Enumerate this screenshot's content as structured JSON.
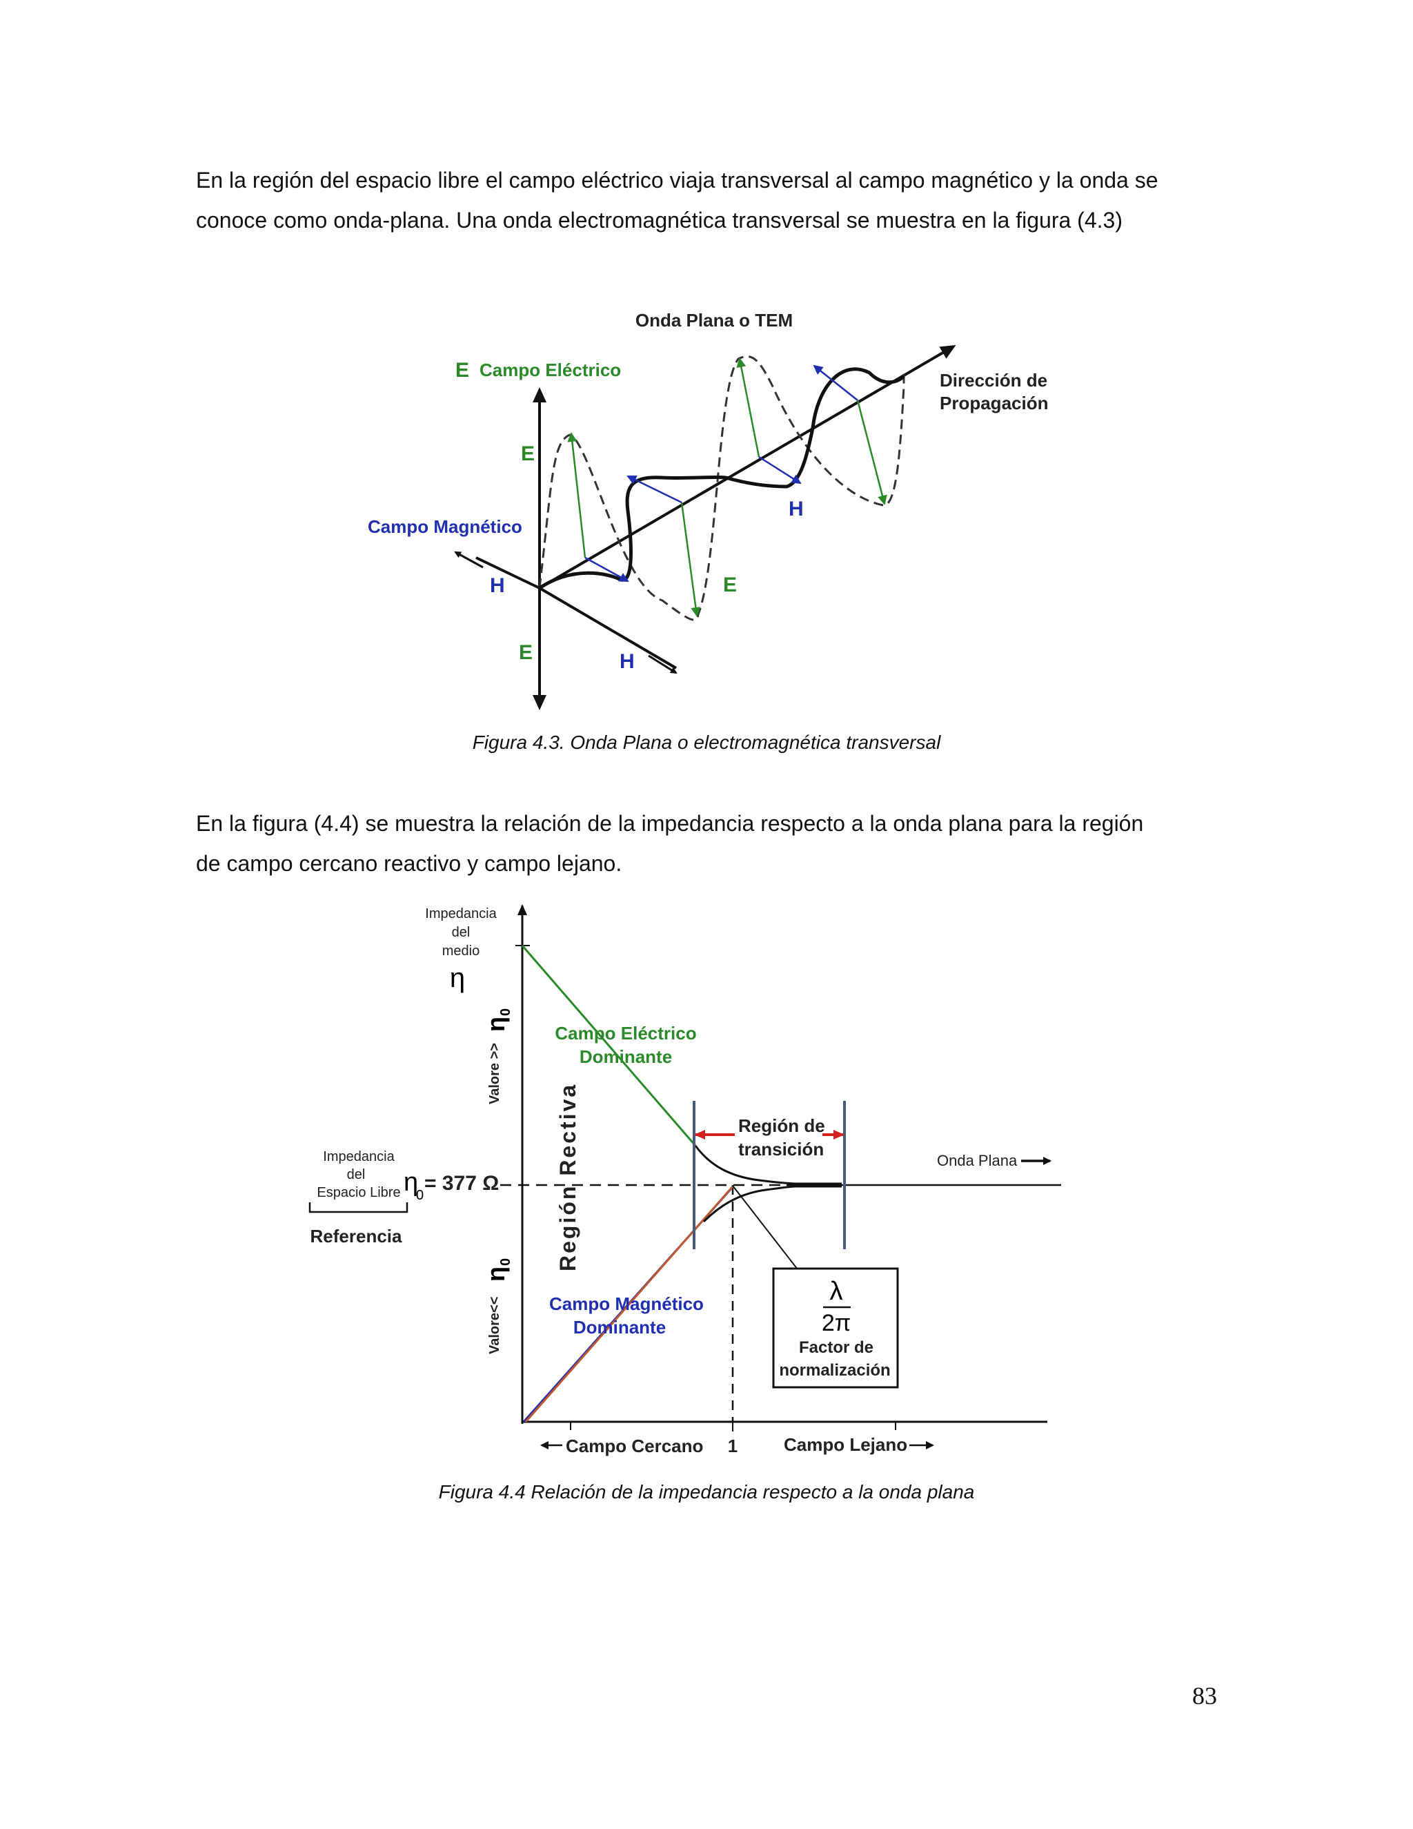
{
  "paragraph1": {
    "line1": "En la región del espacio libre el campo eléctrico viaja transversal al campo  magnético y la onda se",
    "line2": "conoce como onda-plana. Una onda electromagnética transversal se muestra en la figura (4.3)"
  },
  "figure43": {
    "title": "Onda Plana o TEM",
    "e_axis_label": "E",
    "e_field_label": "Campo Eléctrico",
    "propagation_label_1": "Dirección de",
    "propagation_label_2": "Propagación",
    "magnetic_label": "Campo Magnético",
    "e_label": "E",
    "h_label": "H",
    "caption": "Figura 4.3. Onda Plana o electromagnética transversal",
    "colors": {
      "electric": "#2a8a2a",
      "magnetic": "#1f2fb0",
      "wave": "#111111"
    }
  },
  "paragraph2": {
    "line1": "En la figura (4.4) se muestra la relación de la impedancia respecto a la onda plana para la región",
    "line2": "de campo cercano reactivo y campo lejano."
  },
  "figure44": {
    "y_axis_label_1": "Impedancia",
    "y_axis_label_2": "del",
    "y_axis_label_3": "medio",
    "eta": "η",
    "upper_value": "Valore >>",
    "lower_value": "Valore<<",
    "eta0": "η",
    "eta0_sub": "0",
    "reactive_region": "Región Rectiva",
    "electric_dominant_1": "Campo Eléctrico",
    "electric_dominant_2": "Dominante",
    "magnetic_dominant_1": "Campo Magnético",
    "magnetic_dominant_2": "Dominante",
    "transition_1": "Región de",
    "transition_2": "transición",
    "plane_wave": "Onda Plana",
    "free_space_1": "Impedancia",
    "free_space_2": "del",
    "free_space_3": "Espacio Libre",
    "reference": "Referencia",
    "eta0_value": "= 377 Ω",
    "lambda": "λ",
    "two_pi": "2π",
    "factor_1": "Factor de",
    "factor_2": "normalización",
    "near_field": "Campo Cercano",
    "far_field": "Campo Lejano",
    "one": "1",
    "caption": "Figura 4.4 Relación de la impedancia respecto a la onda plana",
    "colors": {
      "electric": "#2a8a2a",
      "magnetic": "#1f2fb0",
      "magnetic_line": "#c0572e",
      "boundary": "#4a5a78",
      "arrow_red": "#d42020"
    }
  },
  "page_number": "83"
}
